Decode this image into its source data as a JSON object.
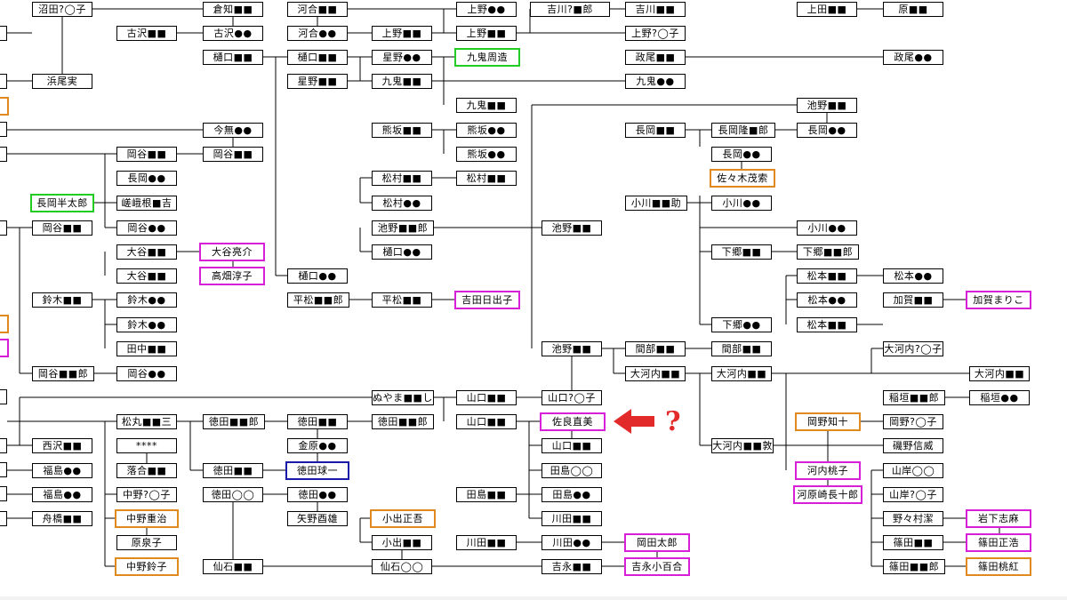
{
  "colors": {
    "line": "#000000",
    "box_border": "#000000",
    "green": "#22cc22",
    "orange": "#e08a1e",
    "magenta": "#d81fd8",
    "blue": "#1a1aa8",
    "arrow": "#e22a2a"
  },
  "nodes": {
    "numata": "沼田?◯子",
    "kurachi": "倉知■■",
    "kawai1": "河合■■",
    "ueno1": "上野●●",
    "yoshikawa1": "吉川?■郎",
    "yoshikawa2": "吉川■■",
    "ueda": "上田■■",
    "hara1": "原■■",
    "furusawa1": "古沢■■",
    "furusawa2": "古沢●●",
    "kawai2": "河合●●",
    "ueno2": "上野■■",
    "ueno3": "上野■■",
    "ueno4": "上野?◯子",
    "higuchi1": "樋口■■",
    "higuchi2": "樋口■■",
    "hoshino1": "星野●●",
    "kuki_shuzo": "九鬼周造",
    "masao1": "政尾■■",
    "masao2": "政尾●●",
    "hamao": "浜尾実",
    "hoshino2": "星野■■",
    "kuki1": "九鬼■■",
    "kuki2": "九鬼●●",
    "kuki3": "九鬼■■",
    "ikeno1": "池野■■",
    "imanashi": "今無●●",
    "kumasaka1": "熊坂■■",
    "kumasaka2": "熊坂●●",
    "nagaoka1": "長岡■■",
    "nagaoka2": "長岡隆■郎",
    "nagaoka3": "長岡●●",
    "okaya1": "岡谷■■",
    "okaya2": "岡谷■■",
    "kumasaka3": "熊坂●●",
    "nagaoka4": "長岡●●",
    "nagaoka5": "長岡●●",
    "sasaki": "佐々木茂索",
    "matsumura1": "松村■■",
    "matsumura2": "松村■■",
    "nagaoka_hantaro": "長岡半太郎",
    "sagabayashi": "嵯峨根■吉",
    "matsumura3": "松村●●",
    "ogawa1": "小川■■助",
    "ogawa2": "小川●●",
    "okaya3": "岡谷■■",
    "okaya4": "岡谷●●",
    "ikeno2": "池野■■郎",
    "ikeno3": "池野■■",
    "ogawa3": "小川●●",
    "otani1": "大谷■■",
    "otani_ryosuke": "大谷亮介",
    "higuchi3": "樋口●●",
    "shimogo1": "下郷■■",
    "shimogo2": "下郷■■郎",
    "otani2": "大谷■■",
    "takabatake": "高畑淳子",
    "higuchi4": "樋口●●",
    "matsumoto1": "松本■■",
    "matsumoto2": "松本●●",
    "suzuki1": "鈴木■■",
    "suzuki2": "鈴木●●",
    "hiramatsu1": "平松■■郎",
    "hiramatsu2": "平松■■",
    "yoshida_hideko": "吉田日出子",
    "matsumoto3": "松本●●",
    "kaga1": "加賀■■",
    "kaga_mariko": "加賀まりこ",
    "suzuki3": "鈴木●●",
    "shimogo3": "下郷●●",
    "matsumoto4": "松本■■",
    "tanaka": "田中■■",
    "ikeno4": "池野■■",
    "mabe1": "間部■■",
    "mabe2": "間部■■",
    "okochi1": "大河内?◯子",
    "okaya5": "岡谷■■郎",
    "okaya6": "岡谷●●",
    "okochi2": "大河内■■",
    "okochi3": "大河内■■",
    "okochi4": "大河内■■",
    "nuyama": "ぬやま■■し",
    "yamaguchi1": "山口■■",
    "yamaguchi2": "山口?◯子",
    "inagaki1": "稲垣■■郎",
    "inagaki2": "稲垣●●",
    "matsumaru": "松丸■■三",
    "tokuda1": "徳田■■郎",
    "tokuda2": "徳田■■",
    "tokuda3": "徳田■■郎",
    "yamaguchi3": "山口■■",
    "sagara_naomi": "佐良直美",
    "question_mark": "?",
    "okano": "岡野知十",
    "okano2": "岡野?◯子",
    "nishizawa": "西沢■■",
    "stars": "****",
    "kanehara": "金原●●",
    "yamaguchi4": "山口■■",
    "okochi5": "大河内■■敦",
    "isono": "磯野信威",
    "fukushima1": "福島●●",
    "ochiai": "落合■■",
    "tokuda4": "徳田■■",
    "tokuda_kyuichi": "徳田球一",
    "tashima1": "田島◯◯",
    "kawauchi_momoko": "河内桃子",
    "yamagishi1": "山岸◯◯",
    "fukushima2": "福島●●",
    "nakano1": "中野?◯子",
    "tokuda5": "徳田◯◯",
    "tokuda6": "徳田●●",
    "tashima2": "田島■■",
    "tashima3": "田島●●",
    "kawarasaki": "河原崎長十郎",
    "yamagishi2": "山岸?◯子",
    "funabashi": "舟橋■■",
    "nakano_shigeharu": "中野重治",
    "yano": "矢野酉雄",
    "koide_tadashi": "小出正吾",
    "kawada1": "川田■■",
    "nonomura": "野々村潔",
    "iwashita": "岩下志麻",
    "hara_izumiko": "原泉子",
    "koide2": "小出■■",
    "kawada2": "川田■■",
    "kawada3": "川田●●",
    "okada_taro": "岡田太郎",
    "shinoda1": "篠田■■",
    "shinoda_masahiro": "篠田正浩",
    "nakano_suzuko": "中野鈴子",
    "sengoku1": "仙石■■",
    "sengoku2": "仙石◯◯",
    "yoshinaga1": "吉永■■",
    "yoshinaga_sayuri": "吉永小百合",
    "shinoda2": "篠田■■郎",
    "shinoda_momoko": "篠田桃紅"
  }
}
